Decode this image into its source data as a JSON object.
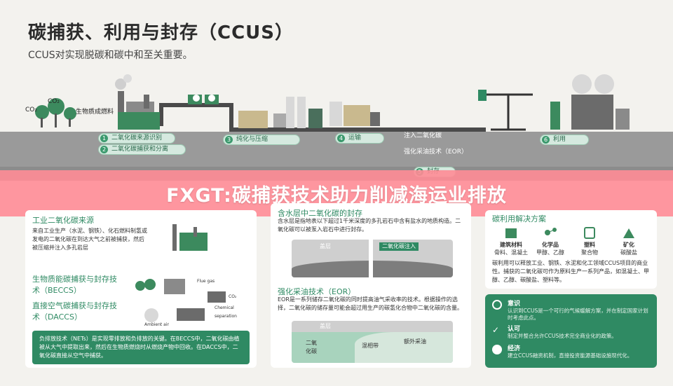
{
  "header": {
    "title": "碳捕获、利用与封存（CCUS）",
    "subtitle": "CCUS对实现脱碳和碳中和至关重要。"
  },
  "scene": {
    "co2_label_1": "CO₂",
    "co2_label_2": "CO₂",
    "biomass_label": "生物质成燃料",
    "inject_label": "注入二氧化碳",
    "eor_label": "强化采油技术（EOR）",
    "utilization_label": "利用",
    "transport_label": "运输",
    "purify_label": "纯化与压缩",
    "seal_label": "封存",
    "chips": [
      {
        "num": "1",
        "label": "二氧化碳来源识别"
      },
      {
        "num": "2",
        "label": "二氧化碳捕获和分离"
      }
    ],
    "chip_purify_num": "3",
    "chip_transport_num": "4",
    "chip_utilize_num": "6",
    "chip_seal_num": "5"
  },
  "banner": {
    "text": "FXGT:碳捕获技术助力削减海运业排放"
  },
  "left_panel": {
    "section1_title": "工业二氧化碳来源",
    "section1_text": "来自工业生产（水泥、钢铁）、化石燃料制氢或发电的二氧化碳在到达大气之前被捕获，然后被压缩并注入多孔岩层",
    "section2_title": "生物质能碳捕获与封存技术（BECCS）",
    "section3_title": "直接空气碳捕获与封存技术（DACCS）",
    "flue_gas_label": "Flue gas",
    "chem_sep_label": "Chemical separation",
    "ambient_air_label": "Ambient air",
    "co2_label": "CO₂",
    "footer_text": "负排放技术（NETs）是实现零排放和负排放的关键。在BECCS中，二氧化碳由植被从大气中提取出来，然后在生物质燃烧时从燃烧产物中回收。在DACCS中，二氧化碳直接从空气中捕获。"
  },
  "middle_panel": {
    "section1_title": "含水层中二氧化碳的封存",
    "section1_text": "含水层是指地表以下超过1千米深度的多孔岩石中含有盐水的地质构造。二氧化碳可以被泵入岩石中进行封存。",
    "caprock_label": "盖层",
    "co2_inject_label": "二氧化碳注入",
    "section2_title": "强化采油技术（EOR）",
    "section2_text": "EOR是一系列储存二氧化碳的同时提高油气采收率的技术。根据操作的选择，二氧化碳的储存量可能会超过用生产的碳氢化合物中二氧化碳的含量。",
    "caprock2_label": "盖层",
    "co2_zone_label": "二氧化碳",
    "mix_zone_label": "混相带",
    "extra_oil_label": "额外采油"
  },
  "right_panel": {
    "title": "碳利用解决方案",
    "products": [
      {
        "name": "建筑材料",
        "sub": "骨料、混凝土"
      },
      {
        "name": "化学品",
        "sub": "甲醇、乙醇"
      },
      {
        "name": "塑料",
        "sub": "聚合物"
      },
      {
        "name": "矿化",
        "sub": "碳酸盐"
      }
    ],
    "text": "碳利用可以释放工业、钢铁、水泥和化工领域CCUS项目的商业性。捕获的二氧化碳可作为原料生产一系列产品，如混凝土、甲醇、乙醇、碳酸盐、塑料等。",
    "info": [
      {
        "title": "意识",
        "text": "认识到CCUS是一个可行的气候缓解方案，并在制定国家计划时考虑此点。"
      },
      {
        "title": "认可",
        "text": "制定并整合允许CCUS技术完全商业化的政策。"
      },
      {
        "title": "经济",
        "text": "建立CCUS融资机制，直接投资能源基础设施现代化。"
      }
    ]
  },
  "colors": {
    "green": "#2f8a63",
    "banner": "#ff8c96",
    "ground": "#9a9a9a"
  }
}
